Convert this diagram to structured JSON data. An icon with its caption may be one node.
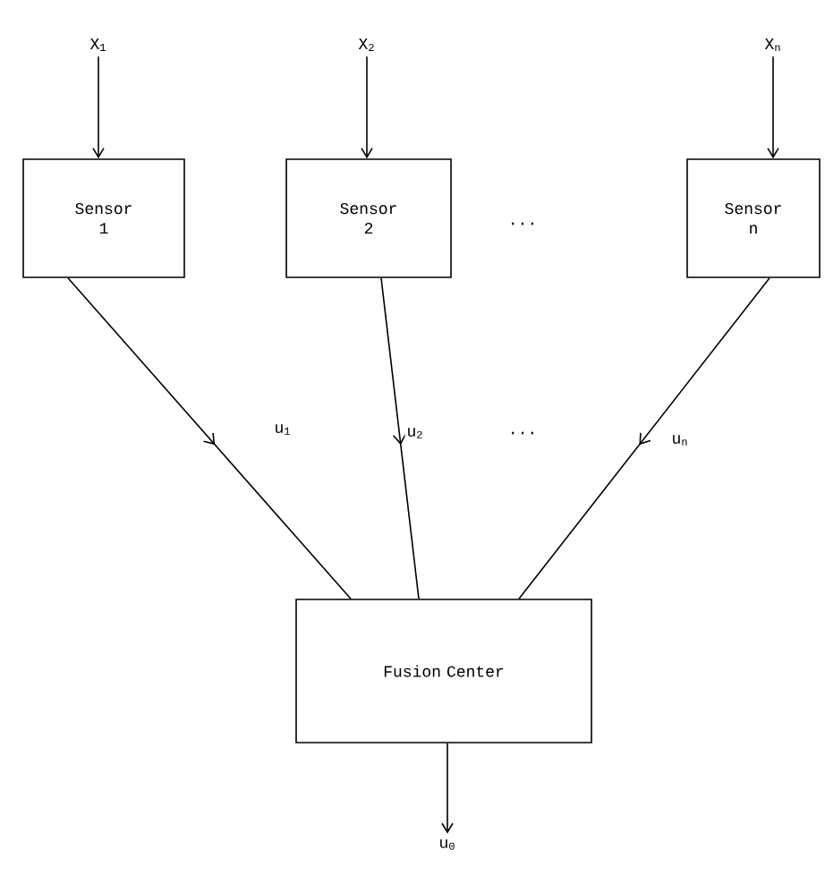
{
  "diagram": {
    "nodes": [
      {
        "text": [
          "X$_{1}$"
        ]
      },
      {
        "text": [
          "X$_{2}$"
        ]
      },
      {
        "text": [
          "X$_{n}$"
        ]
      },
      {
        "text": [
          "Sensor 1"
        ]
      },
      {
        "text": [
          "Sensor 2"
        ]
      },
      {
        "text": [
          "Sensor n"
        ]
      },
      {
        "text": [
          "Fusion Center"
        ]
      },
      {
        "text": [
          "u$_{0}$"
        ]
      }
    ],
    "edges": [
      {
        "from": 0,
        "to": 3,
        "arrow": "to"
      },
      {
        "from": 1,
        "to": 4,
        "arrow": "to"
      },
      {
        "from": 2,
        "to": 5,
        "arrow": "to"
      },
      {
        "from": 3,
        "to": 6,
        "arrow": "to",
        "label": "u$_{1}$"
      },
      {
        "from": 4,
        "to": 6,
        "arrow": "to",
        "label": "u$_{2}$"
      },
      {
        "from": 5,
        "to": 6,
        "arrow": "to",
        "label": "u$_{n}$"
      },
      {
        "from": 6,
        "to": 7,
        "arrow": "to"
      }
    ],
    "labels": [
      "...",
      "..."
    ]
  }
}
